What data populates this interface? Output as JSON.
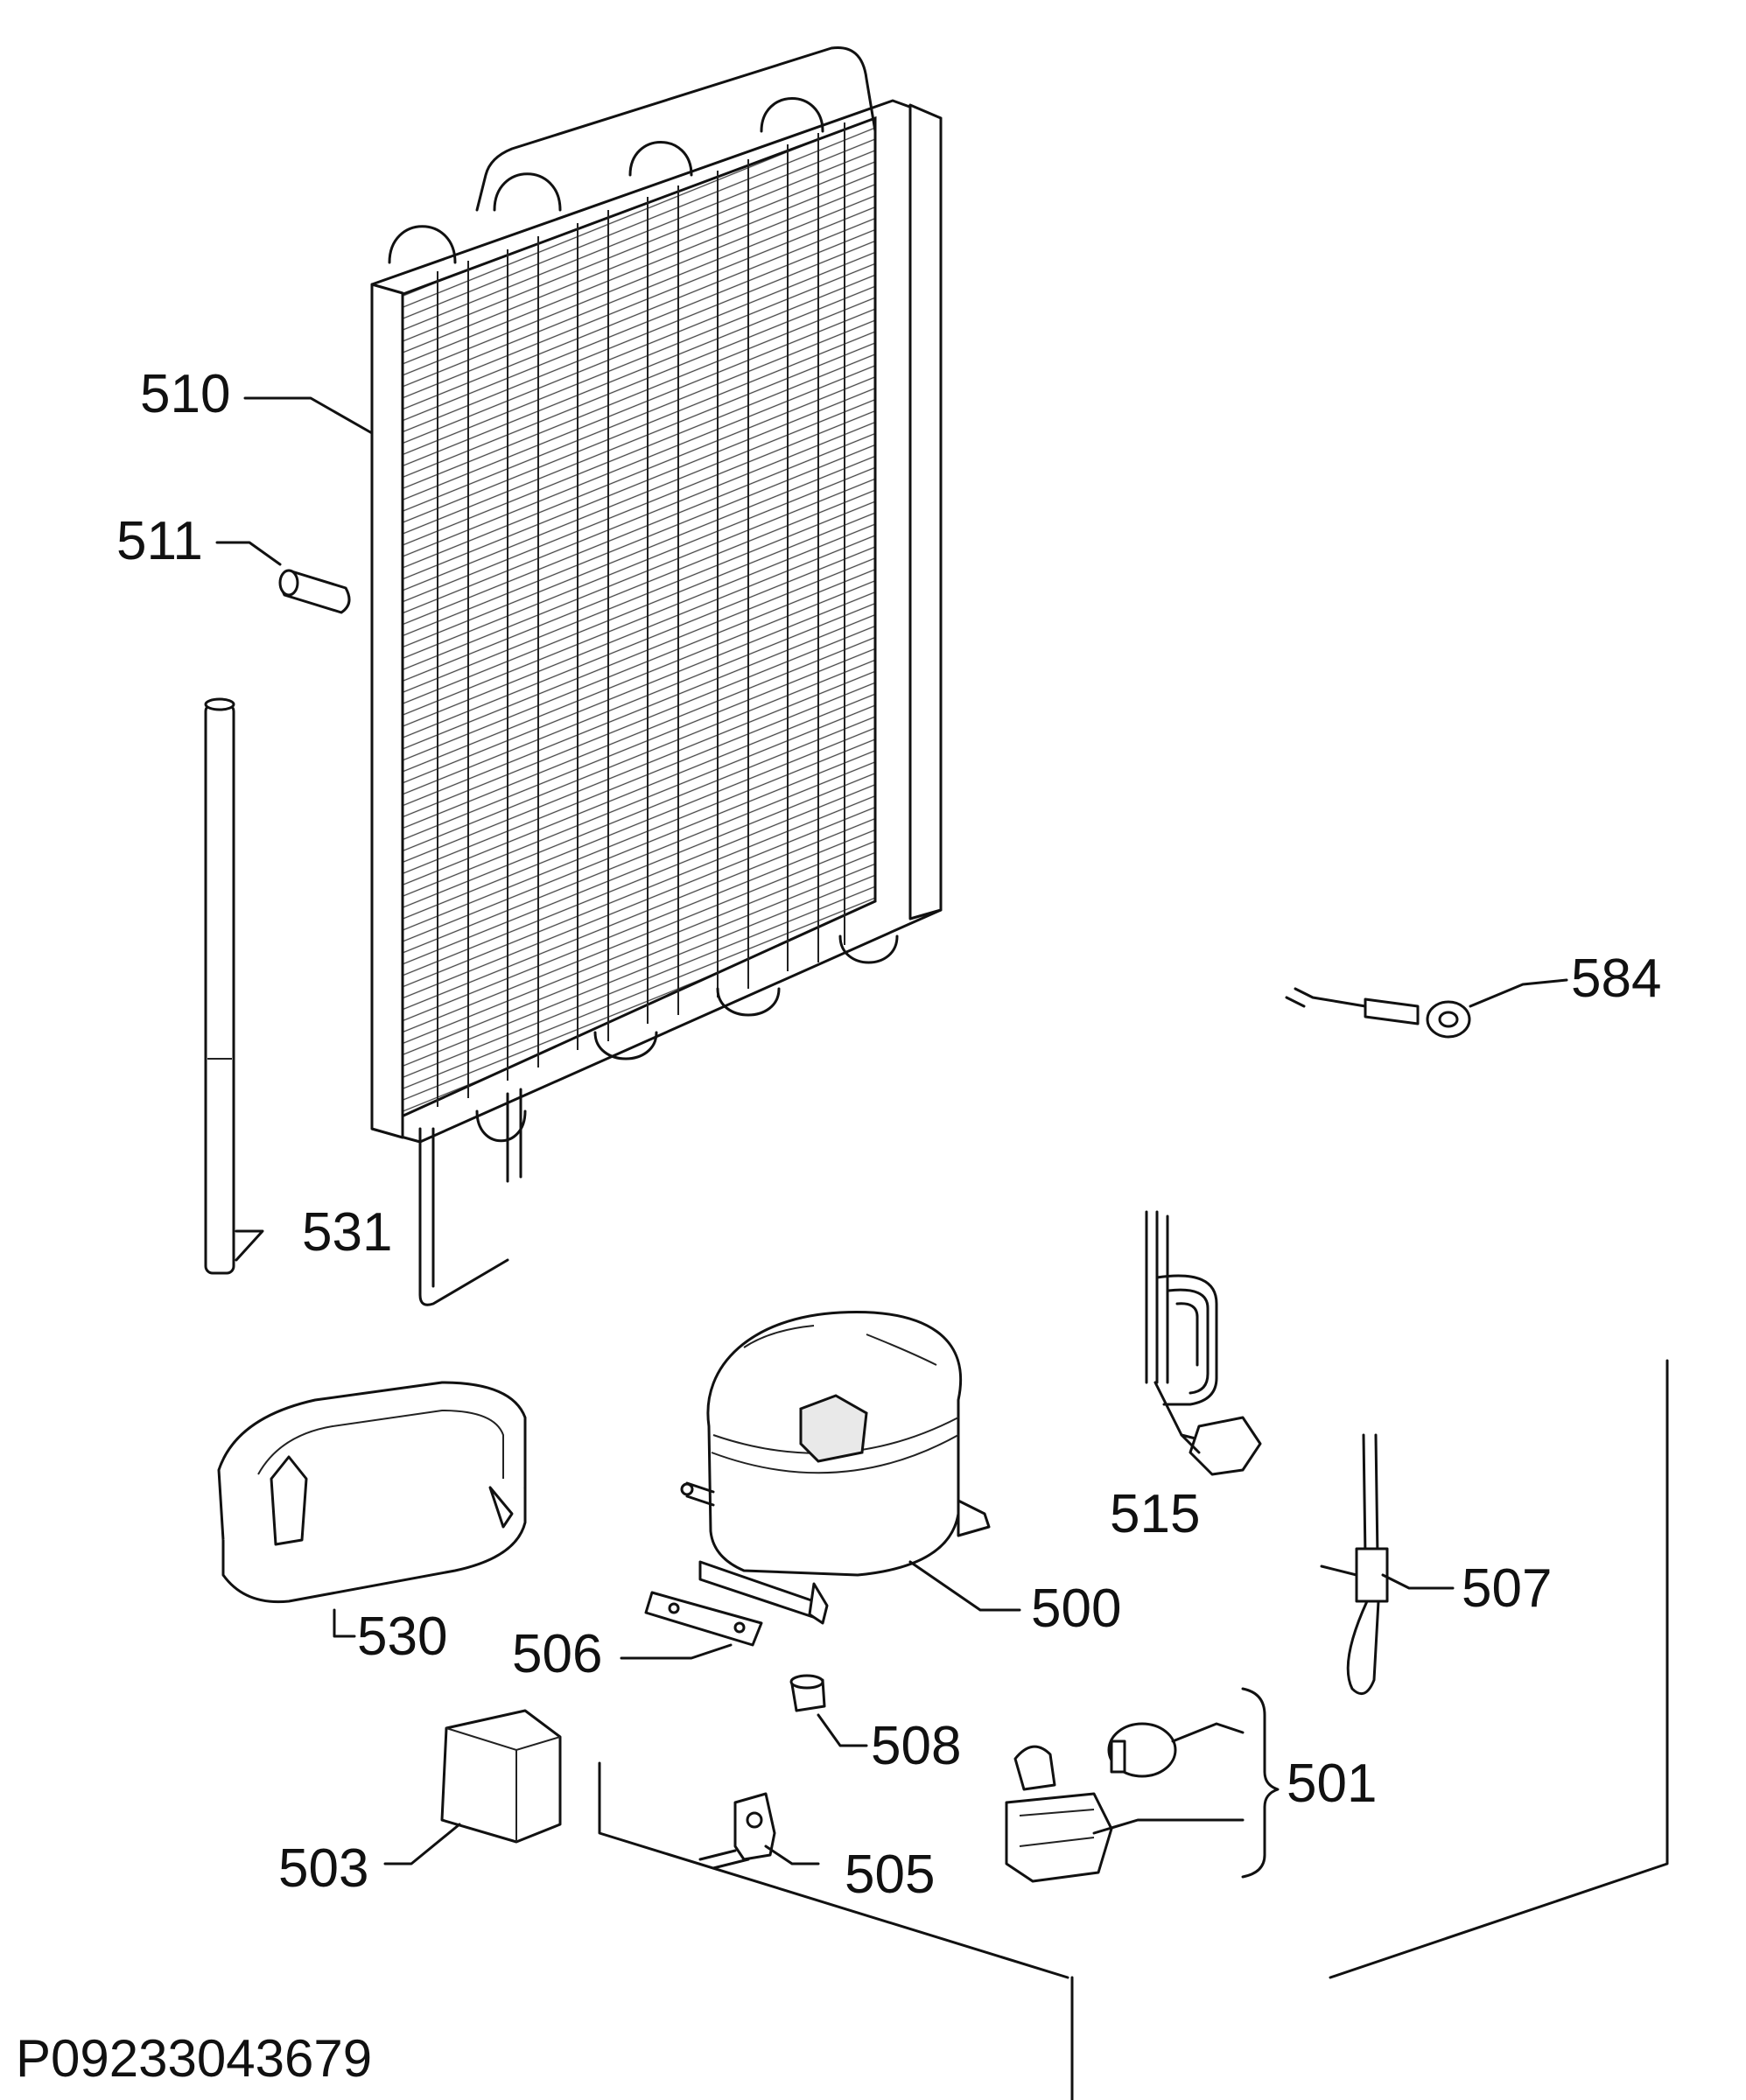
{
  "drawing": {
    "code": "P09233043679"
  },
  "labels": {
    "l510": "510",
    "l511": "511",
    "l531": "531",
    "l584": "584",
    "l515": "515",
    "l530": "530",
    "l500": "500",
    "l506": "506",
    "l507": "507",
    "l508": "508",
    "l501": "501",
    "l503": "503",
    "l505": "505"
  }
}
